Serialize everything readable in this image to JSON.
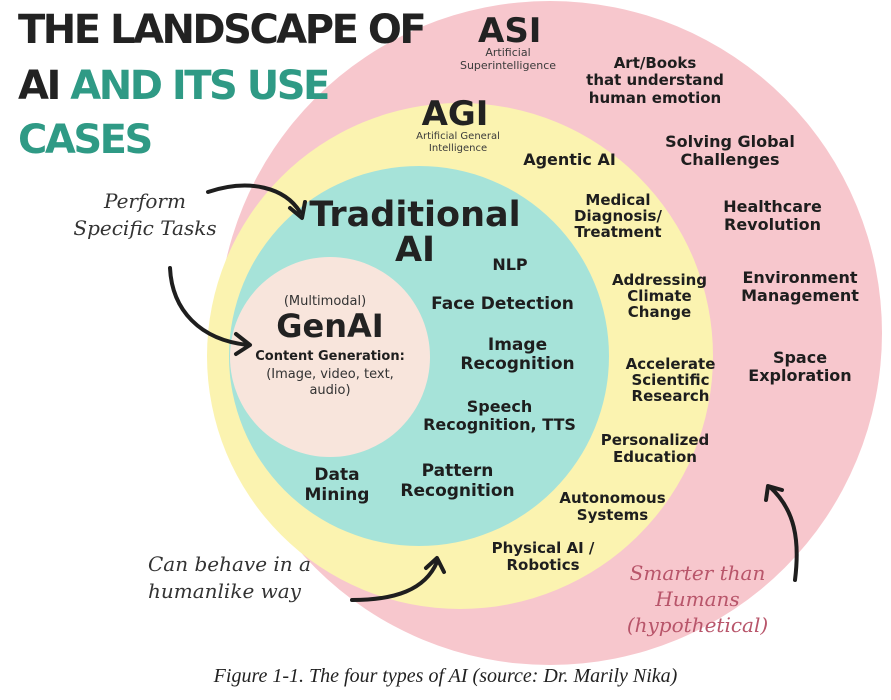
{
  "title": {
    "line1": "THE LANDSCAPE OF",
    "line2_dark": "AI ",
    "line2_accent": "AND ITS USE",
    "line3_accent": "CASES"
  },
  "colors": {
    "asi_fill": "#f7c7cd",
    "agi_fill": "#fbf3b0",
    "traditional_fill": "#a6e3d9",
    "genai_fill": "#f8e5dc",
    "title_accent": "#2f9a85",
    "title_dark": "#222222",
    "annotation_red": "#b8556a"
  },
  "asi": {
    "name": "ASI",
    "subtitle_line1": "Artificial",
    "subtitle_line2": "Superintelligence",
    "items": [
      {
        "line1": "Art/Books",
        "line2": "that understand",
        "line3": "human emotion"
      },
      {
        "line1": "Solving Global",
        "line2": "Challenges"
      },
      {
        "line1": "Healthcare",
        "line2": "Revolution"
      },
      {
        "line1": "Environment",
        "line2": "Management"
      },
      {
        "line1": "Space",
        "line2": "Exploration"
      }
    ]
  },
  "agi": {
    "name": "AGI",
    "subtitle_line1": "Artificial General",
    "subtitle_line2": "Intelligence",
    "items": [
      {
        "line1": "Agentic AI"
      },
      {
        "line1": "Medical",
        "line2": "Diagnosis/",
        "line3": "Treatment"
      },
      {
        "line1": "Addressing",
        "line2": "Climate",
        "line3": "Change"
      },
      {
        "line1": "Accelerate",
        "line2": "Scientific",
        "line3": "Research"
      },
      {
        "line1": "Personalized",
        "line2": "Education"
      },
      {
        "line1": "Autonomous",
        "line2": "Systems"
      },
      {
        "line1": "Physical AI /",
        "line2": "Robotics"
      }
    ]
  },
  "traditional": {
    "name_line1": "Traditional",
    "name_line2": "AI",
    "items": [
      {
        "line1": "NLP"
      },
      {
        "line1": "Face Detection"
      },
      {
        "line1": "Image",
        "line2": "Recognition"
      },
      {
        "line1": "Speech",
        "line2": "Recognition, TTS"
      },
      {
        "line1": "Pattern",
        "line2": "Recognition"
      },
      {
        "line1": "Data",
        "line2": "Mining"
      }
    ]
  },
  "genai": {
    "prefix": "(Multimodal)",
    "name": "GenAI",
    "desc_line1": "Content Generation:",
    "desc_line2": "(Image, video, text,",
    "desc_line3": "audio)"
  },
  "annotations": {
    "specific_line1": "Perform",
    "specific_line2": "Specific Tasks",
    "humanlike_line1": "Can behave in a",
    "humanlike_line2": "humanlike way",
    "smarter_line1": "Smarter than",
    "smarter_line2": "Humans",
    "smarter_line3": "(hypothetical)"
  },
  "caption": "Figure 1-1. The four types of AI (source: Dr. Marily Nika)"
}
